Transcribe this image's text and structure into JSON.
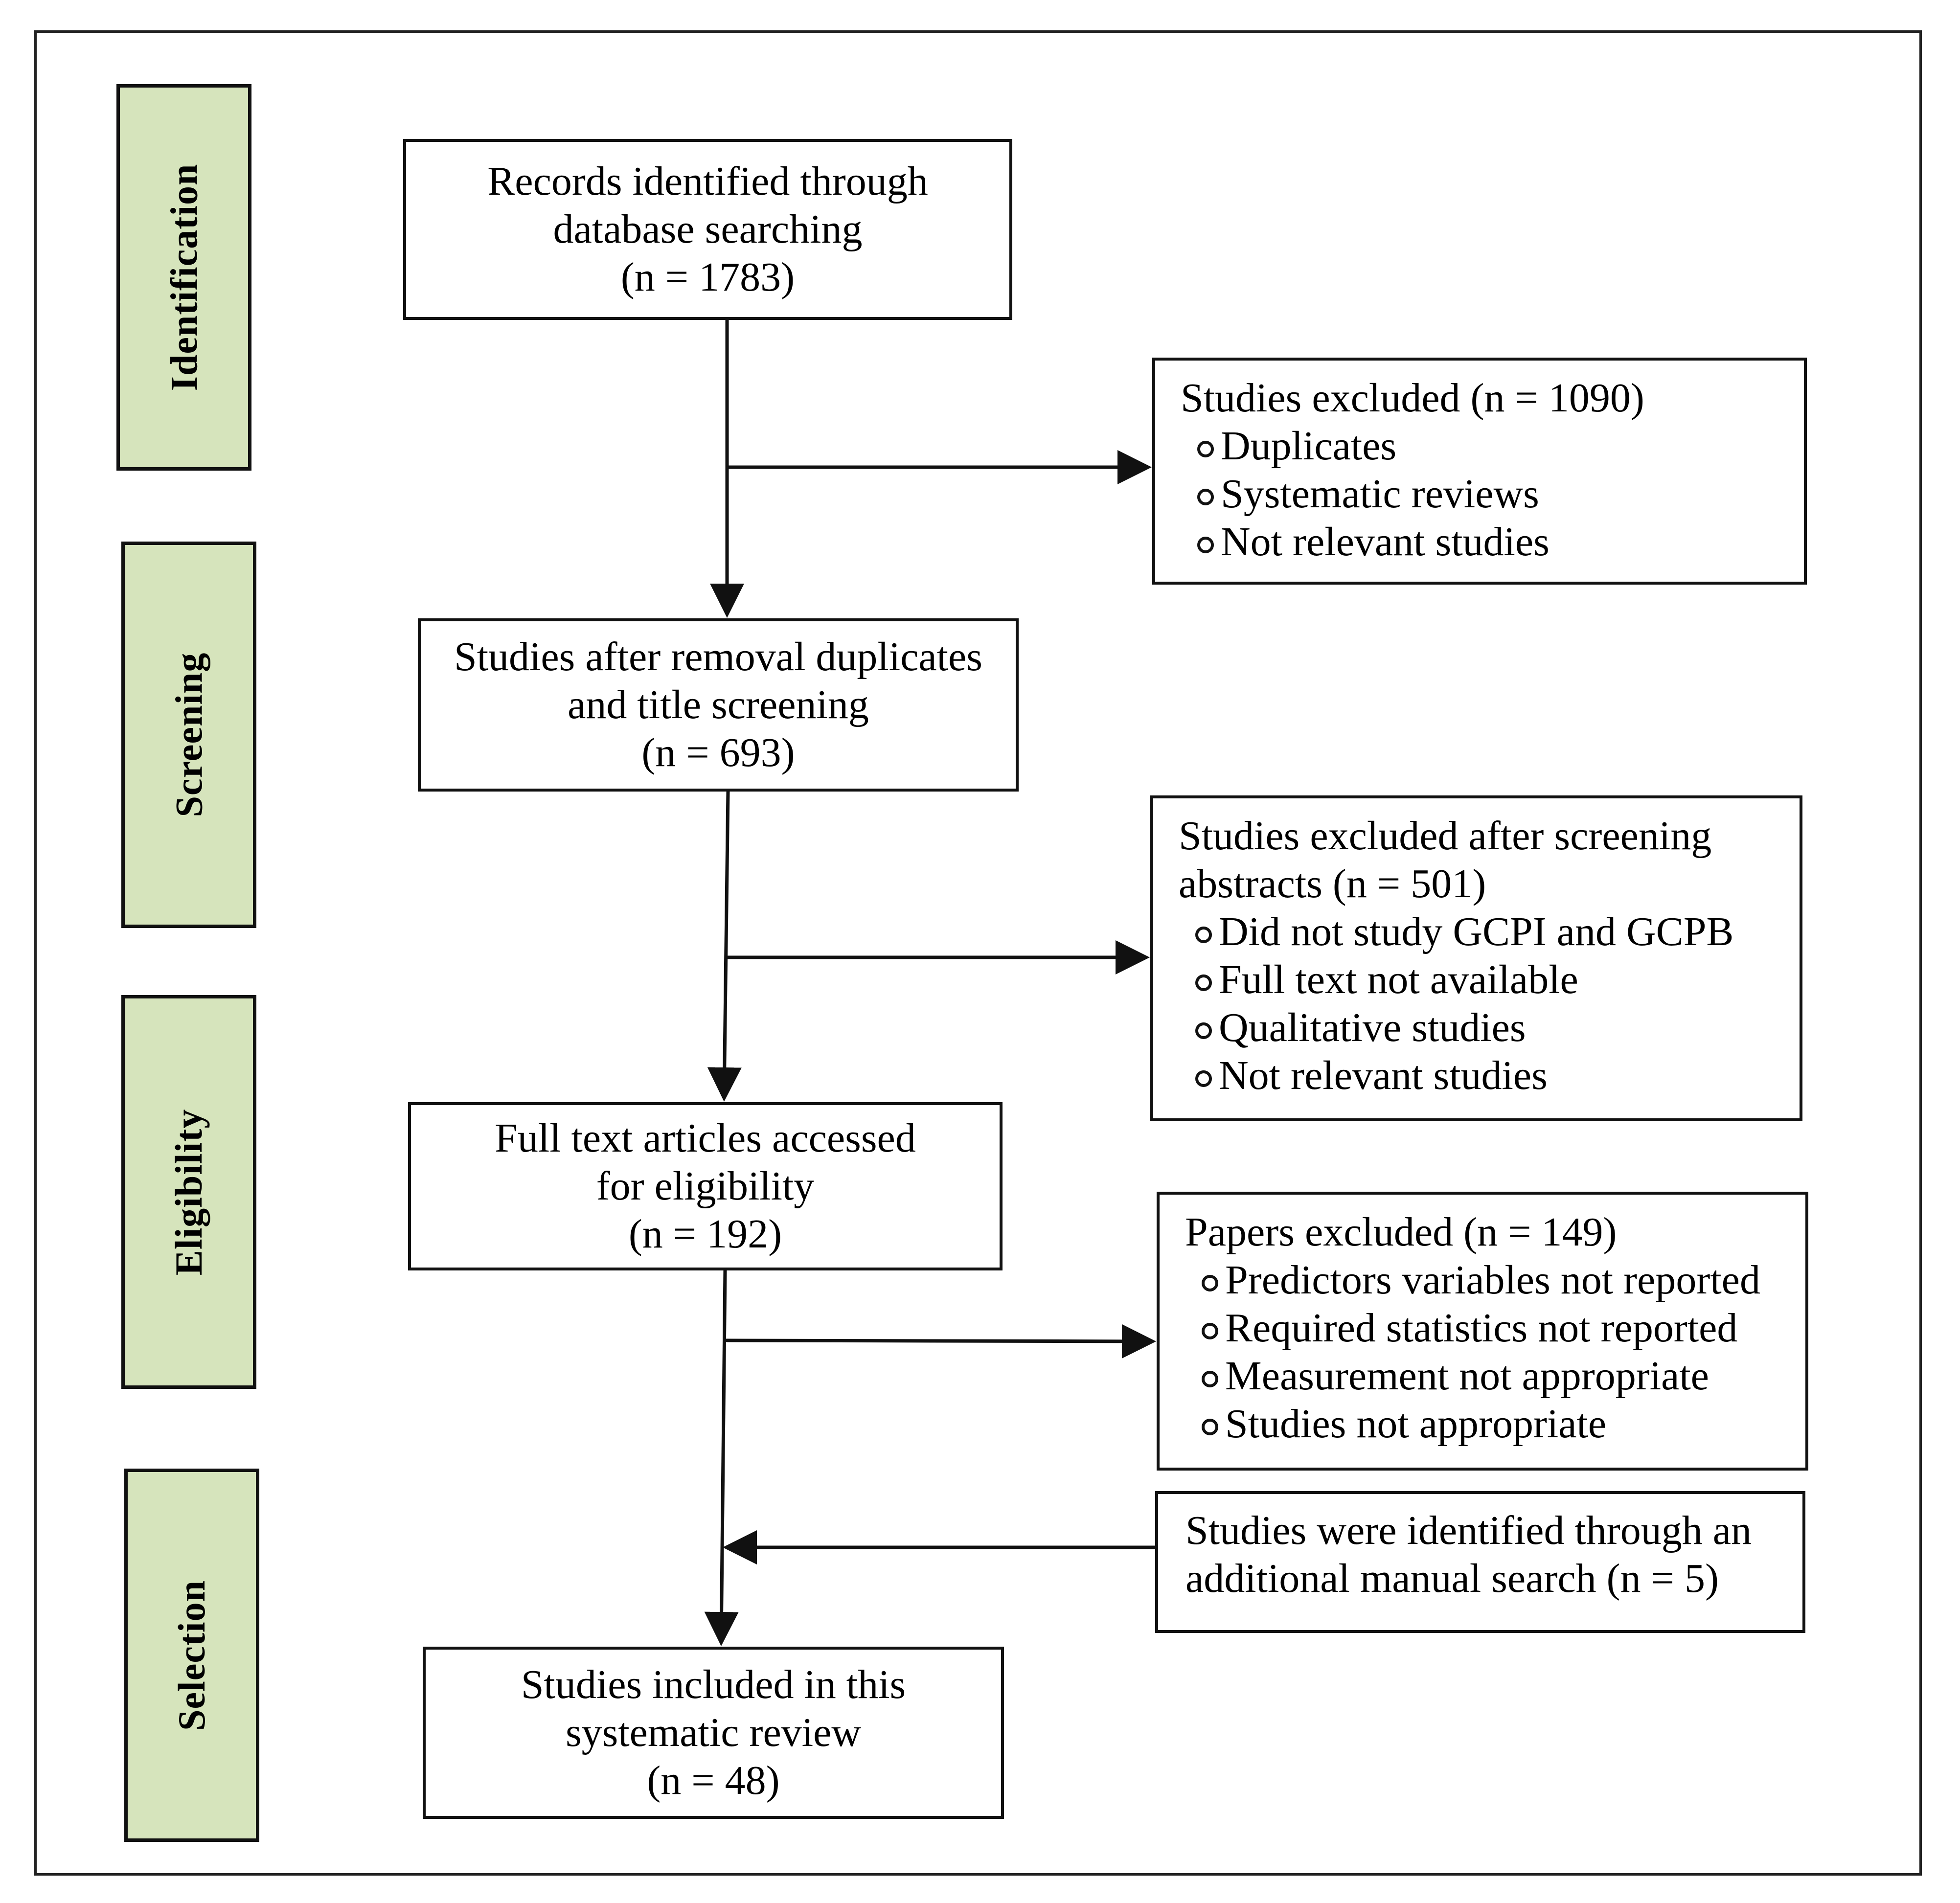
{
  "stages": [
    "Identification",
    "Screening",
    "Eligibility",
    "Selection"
  ],
  "main_boxes": {
    "records": [
      "Records identified through",
      "database searching",
      "(n = 1783)"
    ],
    "after_removal": [
      "Studies after removal duplicates",
      "and title screening",
      "(n = 693)"
    ],
    "full_text": [
      "Full text articles accessed",
      "for eligibility",
      "(n = 192)"
    ],
    "included": [
      "Studies included in this",
      "systematic review",
      "(n = 48)"
    ]
  },
  "side_boxes": {
    "excluded_1": {
      "title": [
        "Studies excluded (n = 1090)"
      ],
      "items": [
        "Duplicates",
        "Systematic reviews",
        "Not relevant studies"
      ]
    },
    "excluded_2": {
      "title": [
        "Studies excluded after screening",
        "abstracts (n = 501)"
      ],
      "items": [
        "Did not study GCPI and GCPB",
        "Full text not available",
        "Qualitative studies",
        "Not relevant studies"
      ]
    },
    "excluded_3": {
      "title": [
        "Papers excluded (n = 149)"
      ],
      "items": [
        "Predictors variables not reported",
        "Required statistics not reported",
        "Measurement not appropriate",
        "Studies not appropriate"
      ]
    },
    "manual_search": {
      "title": [
        "Studies were identified through an",
        "additional manual search (n = 5)"
      ],
      "items": []
    }
  }
}
